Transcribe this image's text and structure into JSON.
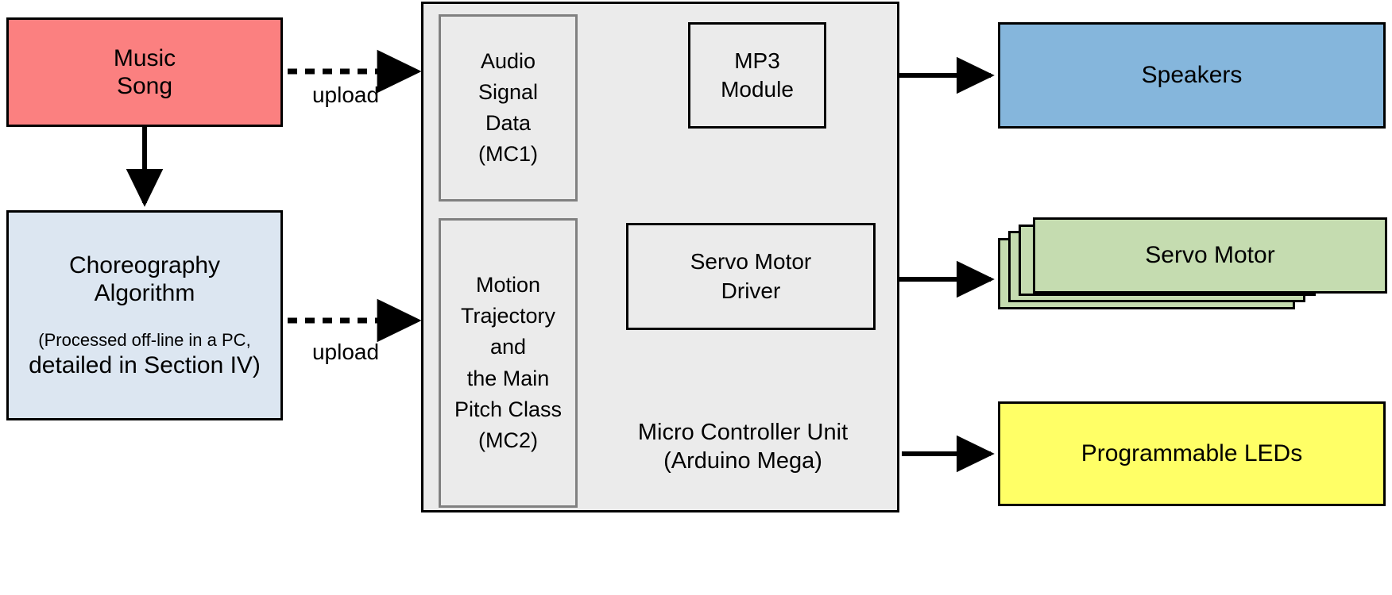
{
  "diagram": {
    "title": "System architecture block diagram",
    "colors": {
      "music_song_fill": "#FB8080",
      "choreography_fill": "#DCE6F1",
      "mcu_fill": "#EBEBEB",
      "mcu_inner_border": "#808080",
      "speakers_fill": "#85B6DC",
      "servo_motor_fill": "#C5DCB0",
      "leds_fill": "#FFFF66",
      "stroke": "#000000"
    }
  },
  "nodes": {
    "music_song": {
      "line1": "Music",
      "line2": "Song"
    },
    "choreography": {
      "line1": "Choreography",
      "line2": "Algorithm",
      "note_line1": "(Processed off-line in a PC,",
      "note_line2": "detailed in Section IV)"
    },
    "mcu": {
      "label_line1": "Micro Controller Unit",
      "label_line2": "(Arduino Mega)"
    },
    "mc1": {
      "line1": "Audio",
      "line2": "Signal",
      "line3": "Data",
      "line4": "(MC1)"
    },
    "mc2": {
      "line1": "Motion",
      "line2": "Trajectory",
      "line3": "and",
      "line4": "the Main",
      "line5": "Pitch Class",
      "line6": "(MC2)"
    },
    "mp3_module": {
      "line1": "MP3",
      "line2": "Module"
    },
    "servo_driver": {
      "line1": "Servo Motor",
      "line2": "Driver"
    },
    "speakers": {
      "label": "Speakers"
    },
    "servo_motor": {
      "label": "Servo Motor"
    },
    "leds": {
      "label": "Programmable LEDs"
    }
  },
  "edges": {
    "upload_top": {
      "label": "upload",
      "style": "dashed"
    },
    "upload_bottom": {
      "label": "upload",
      "style": "dashed"
    },
    "music_to_choreography": {
      "label": "",
      "style": "solid"
    },
    "mc1_to_mp3": {
      "label": "",
      "style": "solid"
    },
    "mp3_to_speakers": {
      "label": "",
      "style": "solid"
    },
    "mc2_to_driver": {
      "label": "",
      "style": "solid"
    },
    "driver_to_servo": {
      "label": "",
      "style": "solid"
    },
    "mcu_to_leds": {
      "label": "",
      "style": "solid"
    }
  }
}
